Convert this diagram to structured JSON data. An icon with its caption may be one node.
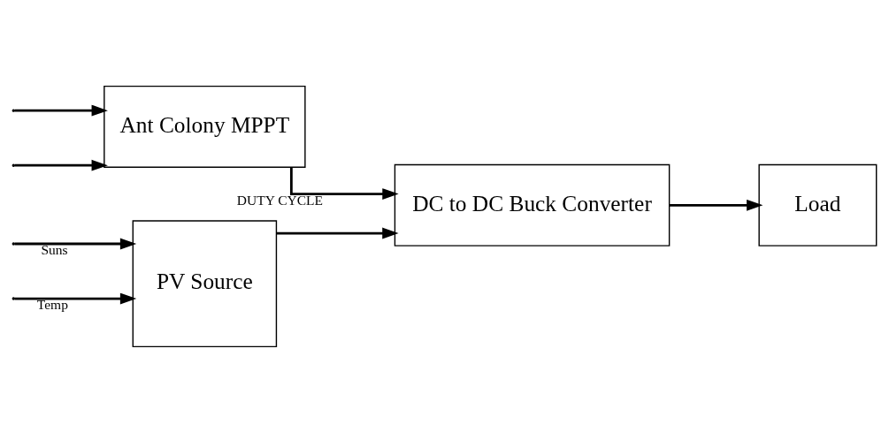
{
  "diagram": {
    "nodes": [
      {
        "text": [
          "PV Source"
        ]
      },
      {
        "text": [
          "DC to DC Buck Converter"
        ]
      },
      {
        "text": [
          "Load"
        ]
      },
      {
        "text": [
          "Ant Colony MPPT"
        ]
      }
    ],
    "edges": [
      {
        "from": null,
        "to": 0,
        "arrow": "to",
        "label": "Suns"
      },
      {
        "from": null,
        "to": 3,
        "arrow": "to"
      },
      {
        "from": null,
        "to": 0,
        "arrow": "to",
        "label": "Temp"
      },
      {
        "from": null,
        "to": 3,
        "arrow": "to"
      },
      {
        "from": 0,
        "to": 1,
        "arrow": "to"
      },
      {
        "from": 1,
        "to": 2,
        "arrow": "to"
      },
      {
        "from": 3,
        "to": 1,
        "arrow": "to",
        "label": "DUTY CYCLE"
      }
    ]
  }
}
